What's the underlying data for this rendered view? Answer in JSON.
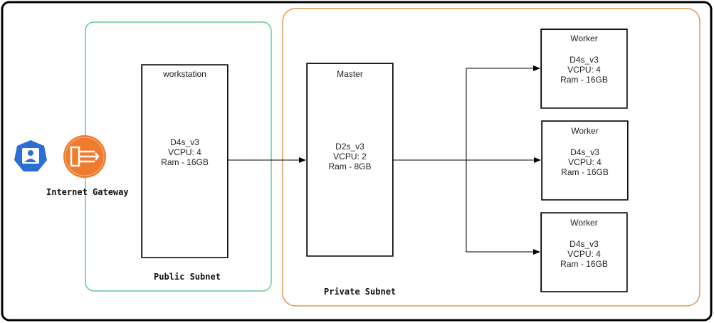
{
  "internet_gateway": {
    "label": "Internet Gateway"
  },
  "public_subnet": {
    "label": "Public Subnet",
    "border_color": "#3fbf7a"
  },
  "private_subnet": {
    "label": "Private Subnet",
    "border_color": "#d9822b"
  },
  "workstation": {
    "title": "workstation",
    "spec": [
      "D4s_v3",
      "VCPU: 4",
      "Ram - 16GB"
    ]
  },
  "master": {
    "title": "Master",
    "spec": [
      "D2s_v3",
      "VCPU: 2",
      "Ram - 8GB"
    ]
  },
  "workers": [
    {
      "title": "Worker",
      "spec": [
        "D4s_v3",
        "VCPU: 4",
        "Ram - 16GB"
      ]
    },
    {
      "title": "Worker",
      "spec": [
        "D4s_v3",
        "VCPU: 4",
        "Ram - 16GB"
      ]
    },
    {
      "title": "Worker",
      "spec": [
        "D4s_v3",
        "VCPU: 4",
        "Ram - 16GB"
      ]
    }
  ],
  "colors": {
    "user_icon": "#2b6fd6",
    "gateway_icon": "#ef7b2e"
  },
  "icons": [
    "user-icon",
    "internet-gateway-icon"
  ]
}
